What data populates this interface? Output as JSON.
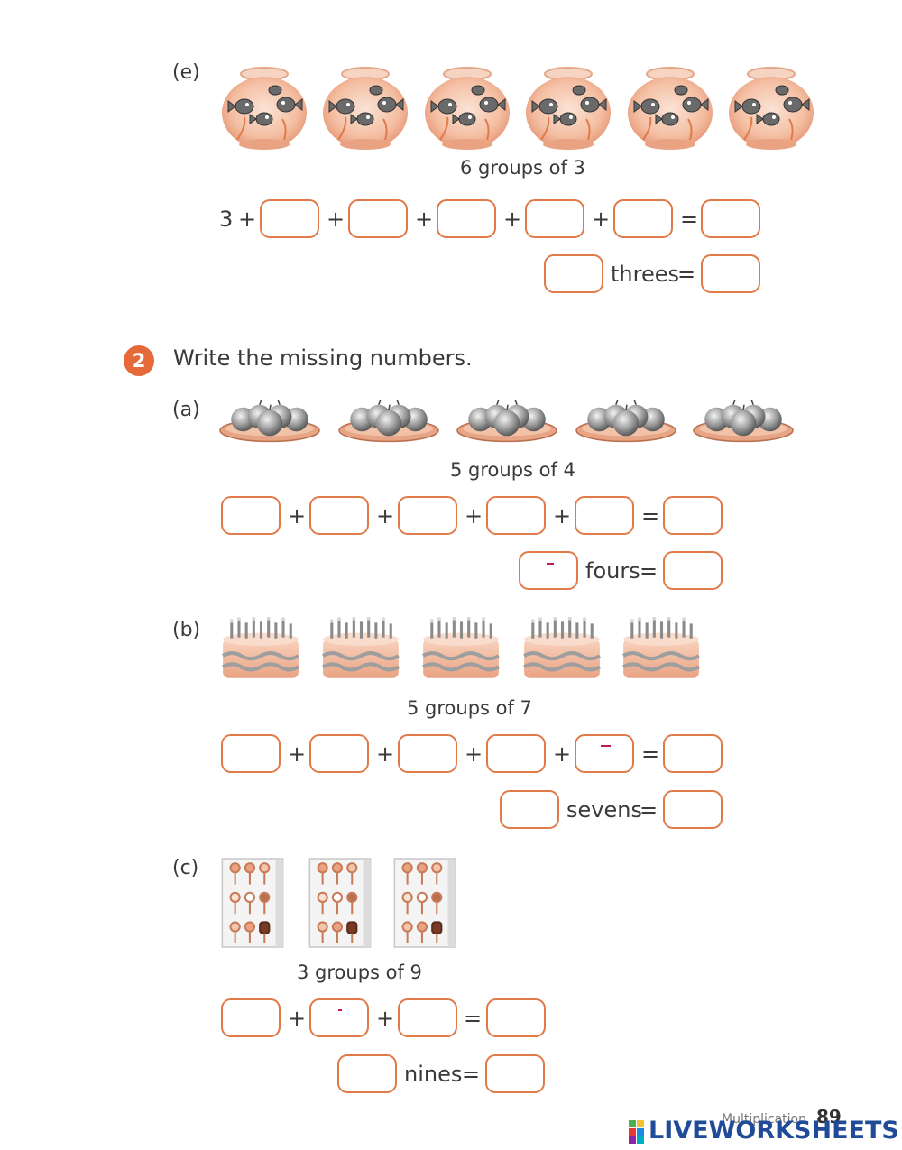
{
  "section_e": {
    "label": "(e)",
    "caption": "6 groups of 3",
    "first_term": "3",
    "plus": "+",
    "equals": "=",
    "word": "threes",
    "icon": "fishbowl-icon"
  },
  "question": {
    "number": "2",
    "text": "Write the missing numbers."
  },
  "section_a": {
    "label": "(a)",
    "caption": "5 groups of 4",
    "plus": "+",
    "equals": "=",
    "word": "fours",
    "icon": "apple-plate-icon"
  },
  "section_b": {
    "label": "(b)",
    "caption": "5 groups of 7",
    "plus": "+",
    "equals": "=",
    "word": "sevens",
    "icon": "birthday-cake-icon"
  },
  "section_c": {
    "label": "(c)",
    "caption": "3 groups of 9",
    "plus": "+",
    "equals": "=",
    "word": "nines",
    "icon": "key-board-icon"
  },
  "footer": {
    "chapter": "Multiplication",
    "page": "89",
    "brand": "LIVEWORKSHEETS"
  },
  "colors": {
    "accent": "#e07a48",
    "badge": "#e6693a",
    "brand": "#1f4b99",
    "text": "#3a3a3a"
  }
}
